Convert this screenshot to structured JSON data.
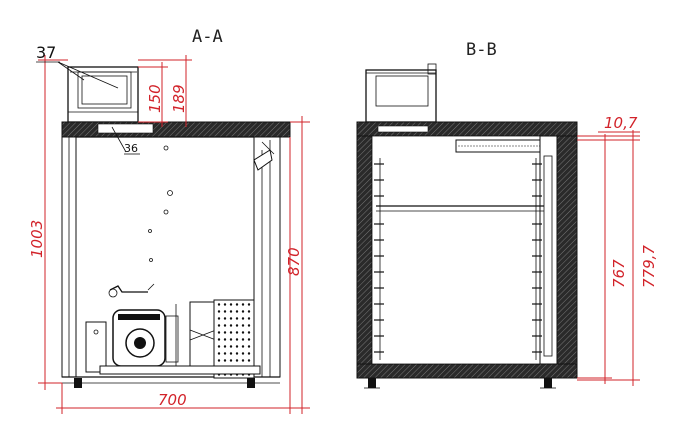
{
  "views": {
    "left_title": "A-A",
    "right_title": "B-B"
  },
  "callouts": {
    "c37": "37",
    "c36": "36"
  },
  "dimensions": {
    "d150": "150",
    "d189": "189",
    "d1003": "1003",
    "d870": "870",
    "d700": "700",
    "d10_7": "10,7",
    "d767": "767",
    "d779_7": "779,7"
  },
  "colors": {
    "dimension": "#d2232a",
    "outline": "#111111",
    "insulation": "#1a1a1a"
  }
}
